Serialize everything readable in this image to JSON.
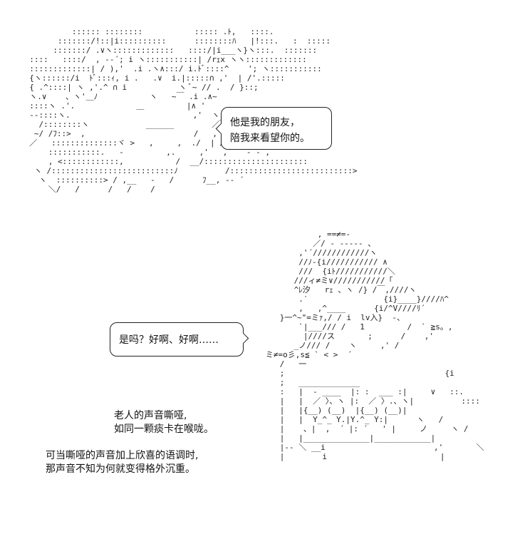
{
  "top_bubble": {
    "lines": [
      "他是我的朋友，",
      "陪我来看望你的。"
    ]
  },
  "middle_bubble": {
    "text": "是吗？好啊、好啊……"
  },
  "narration_1": {
    "lines": [
      "老人的声音嘶哑,",
      "如同一颗痰卡在喉咙。"
    ]
  },
  "narration_2": {
    "lines": [
      "可当嘶哑的声音加上欣喜的语调时,",
      "那声音不知为何就变得格外沉重。"
    ]
  }
}
